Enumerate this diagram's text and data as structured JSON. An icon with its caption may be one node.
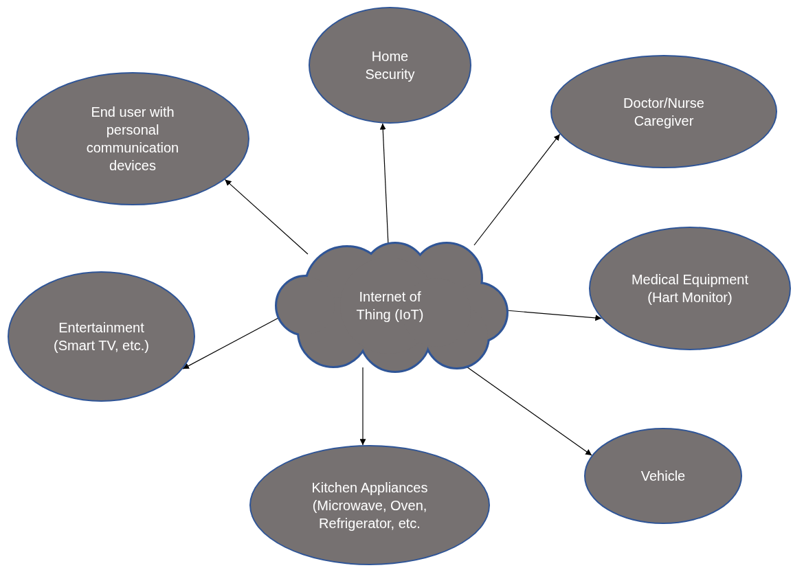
{
  "diagram": {
    "nodes": [
      {
        "text": [
          "Internet of Thing (IoT)"
        ]
      },
      {
        "text": [
          "End user with personal communication devices"
        ]
      },
      {
        "text": [
          "Home Security"
        ]
      },
      {
        "text": [
          "Doctor/Nurse Caregiver"
        ]
      },
      {
        "text": [
          "Medical Equipment (Hart Monitor)"
        ]
      },
      {
        "text": [
          "Entertainment (Smart TV, etc.)"
        ]
      },
      {
        "text": [
          "Kitchen Appliances (Microwave, Oven, Refrigerator, etc."
        ]
      },
      {
        "text": [
          "Vehicle"
        ]
      }
    ],
    "edges": [
      {
        "from": 0,
        "to": 1,
        "arrow": "to"
      },
      {
        "from": 0,
        "to": 2,
        "arrow": "to"
      },
      {
        "from": 0,
        "to": 3,
        "arrow": "to"
      },
      {
        "from": 0,
        "to": 4,
        "arrow": "to"
      },
      {
        "from": 0,
        "to": 5,
        "arrow": "to"
      },
      {
        "from": 0,
        "to": 6,
        "arrow": "to"
      },
      {
        "from": 0,
        "to": 7,
        "arrow": "to"
      }
    ]
  }
}
